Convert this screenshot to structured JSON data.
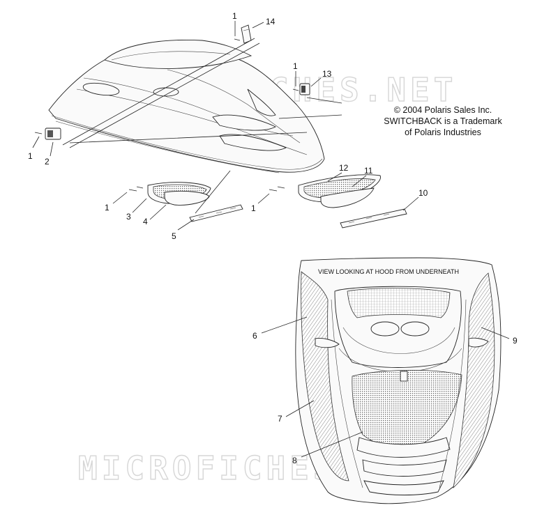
{
  "copyright": {
    "line1": "© 2004 Polaris Sales Inc.",
    "line2": "SWITCHBACK is a Trademark",
    "line3": "of Polaris Industries"
  },
  "view_caption": "VIEW LOOKING AT HOOD FROM UNDERNEATH",
  "watermark_top": "MICROFICHES.NET",
  "watermark_bottom": "MICROFICHES.NET",
  "callouts": {
    "c1_top": "1",
    "c14": "14",
    "c1_mid": "1",
    "c13": "13",
    "c1_left": "1",
    "c2": "2",
    "c12": "12",
    "c11": "11",
    "c10": "10",
    "c1_lower_left": "1",
    "c3": "3",
    "c4": "4",
    "c5": "5",
    "c1_lower_right": "1",
    "c6": "6",
    "c9": "9",
    "c7": "7",
    "c8": "8"
  }
}
